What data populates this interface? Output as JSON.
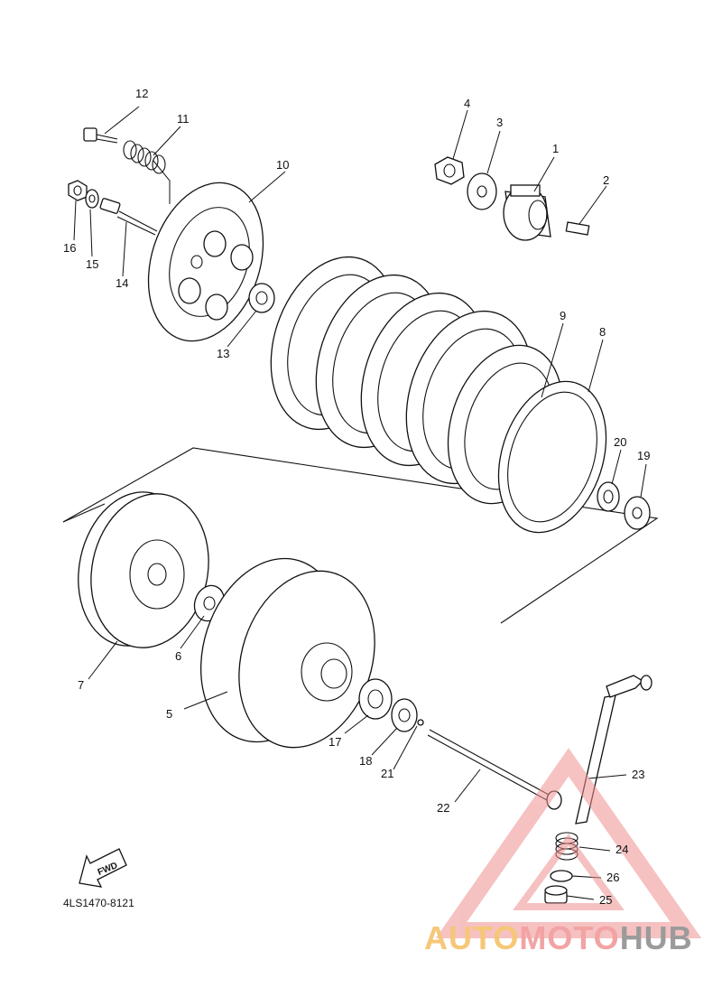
{
  "diagram": {
    "code": "4LS1470-8121",
    "fwd_label": "FWD",
    "callouts": [
      {
        "id": "1",
        "label": "1"
      },
      {
        "id": "2",
        "label": "2"
      },
      {
        "id": "3",
        "label": "3"
      },
      {
        "id": "4",
        "label": "4"
      },
      {
        "id": "5",
        "label": "5"
      },
      {
        "id": "6",
        "label": "6"
      },
      {
        "id": "7",
        "label": "7"
      },
      {
        "id": "8",
        "label": "8"
      },
      {
        "id": "9",
        "label": "9"
      },
      {
        "id": "10",
        "label": "10"
      },
      {
        "id": "11",
        "label": "11"
      },
      {
        "id": "12",
        "label": "12"
      },
      {
        "id": "13",
        "label": "13"
      },
      {
        "id": "14",
        "label": "14"
      },
      {
        "id": "15",
        "label": "15"
      },
      {
        "id": "16",
        "label": "16"
      },
      {
        "id": "17",
        "label": "17"
      },
      {
        "id": "18",
        "label": "18"
      },
      {
        "id": "19",
        "label": "19"
      },
      {
        "id": "20",
        "label": "20"
      },
      {
        "id": "21",
        "label": "21"
      },
      {
        "id": "22",
        "label": "22"
      },
      {
        "id": "23",
        "label": "23"
      },
      {
        "id": "24",
        "label": "24"
      },
      {
        "id": "25",
        "label": "25"
      },
      {
        "id": "26",
        "label": "26"
      }
    ]
  },
  "watermark": {
    "part1": "AUTO",
    "part2": "MOTO",
    "part3": "HUB",
    "colors": {
      "auto": "#f6c777",
      "moto": "#f2a3a3",
      "hub": "#9b9b9b",
      "triangle": "#ef8f8f"
    }
  }
}
